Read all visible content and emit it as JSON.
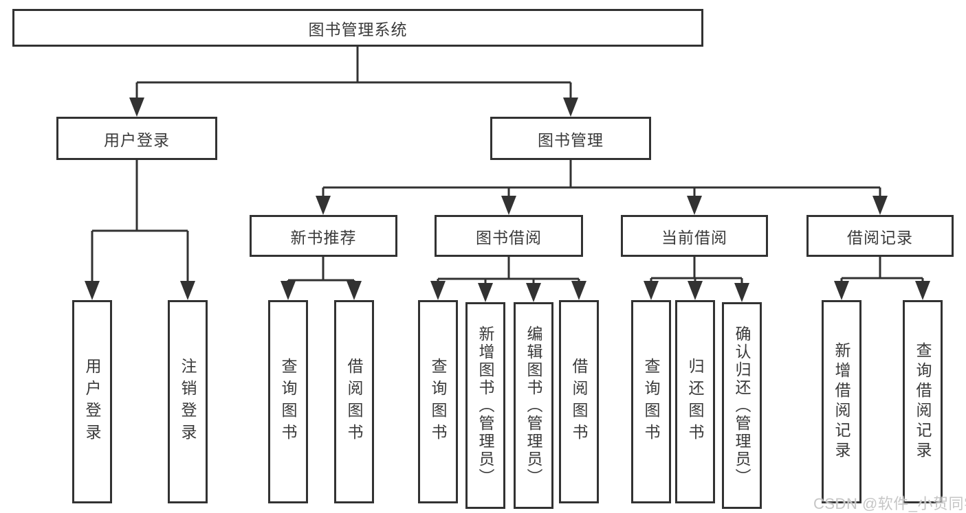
{
  "diagram": {
    "type": "hierarchy-tree",
    "levels": 4
  },
  "nodes": {
    "root": "图书管理系统",
    "l2": [
      "用户登录",
      "图书管理"
    ],
    "l3": [
      "新书推荐",
      "图书借阅",
      "当前借阅",
      "借阅记录"
    ],
    "leaves_user": [
      "用户登录",
      "注销登录"
    ],
    "leaves_newbook": [
      "查询图书",
      "借阅图书"
    ],
    "leaves_borrow": [
      "查询图书",
      "新增图书（管理员）",
      "编辑图书（管理员）",
      "借阅图书"
    ],
    "leaves_current": [
      "查询图书",
      "归还图书",
      "确认归还（管理员）"
    ],
    "leaves_record": [
      "新增借阅记录",
      "查询借阅记录"
    ]
  },
  "watermark": "CSDN @软件_小贺同学",
  "colors": {
    "line": "#323232",
    "box_border": "#323232",
    "box_background": "#ffffff",
    "text": "#3a3a3a",
    "watermark": "#c6c6c6",
    "page_background": "#ffffff"
  }
}
